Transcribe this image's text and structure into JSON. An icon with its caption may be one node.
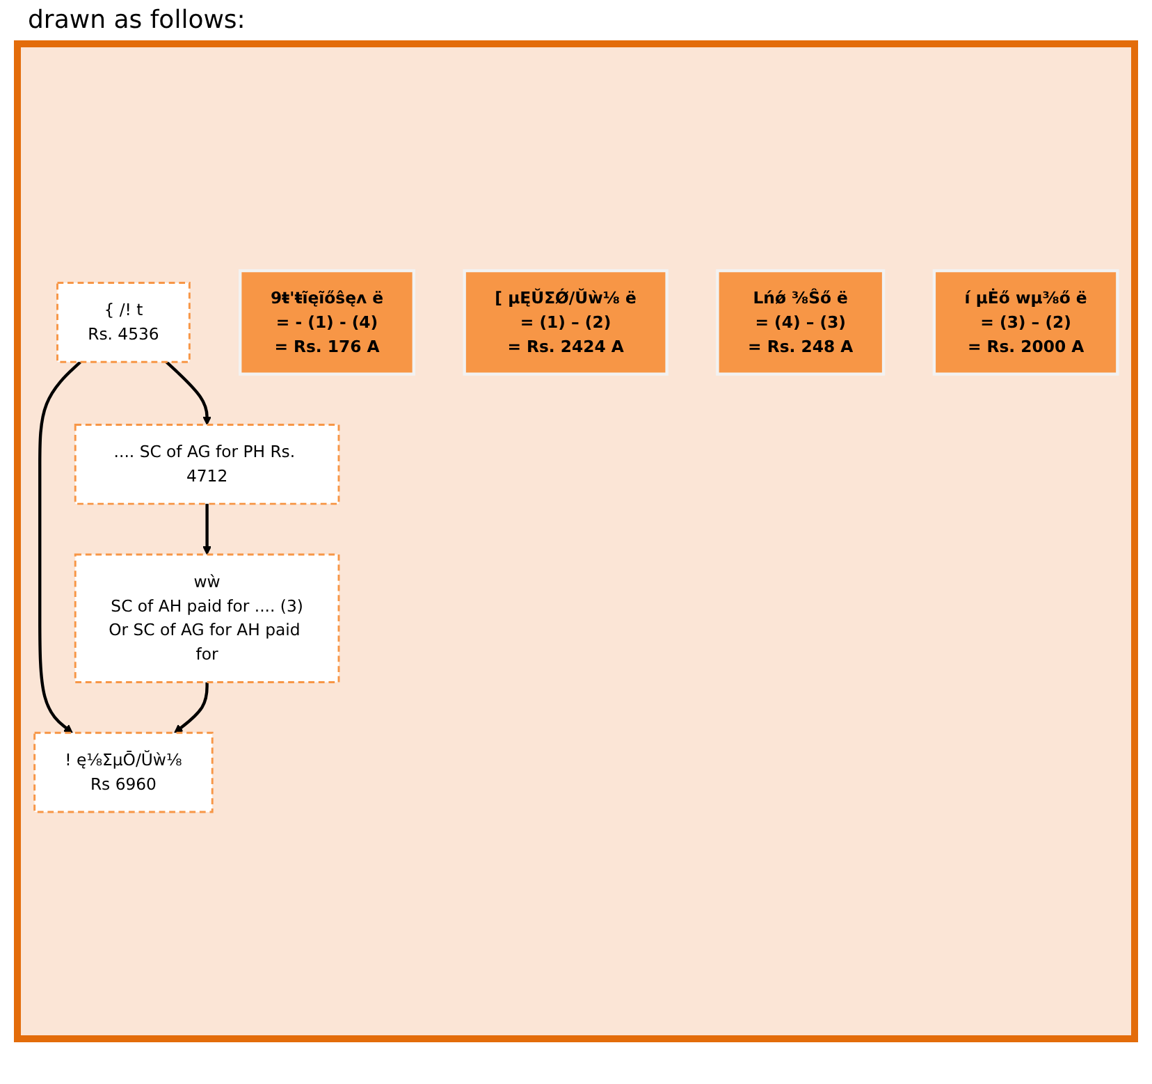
{
  "diagram": {
    "nodes": [
      {
        "text": [
          "{ /! t",
          "Rs. 4536"
        ]
      },
      {
        "text": [
          "9ŧ'ŧĩęĩőŝęʌ ë",
          "= - (1) - (4)",
          "= Rs. 176 A"
        ]
      },
      {
        "text": [
          "[ µĘŬΣǾ/Ŭẁ⅛ ë",
          "= (1) – (2)",
          "= Rs. 2424 A"
        ]
      },
      {
        "text": [
          ".... SC of AG for PH Rs. 4712"
        ]
      },
      {
        "text": [
          "! ę⅛ΣµŌ/Ŭẁ⅛",
          "Rs 6960"
        ]
      },
      {
        "text": [
          "Lńǿ ⅜Ŝő ë",
          "= (4) – (3)",
          "= Rs. 248 A"
        ]
      },
      {
        "text": [
          "í µĖő wµ⅜ő ë",
          "= (3) – (2)",
          "= Rs. 2000 A"
        ]
      },
      {
        "text": [
          "wẁ",
          "SC of AH paid for .... (3)",
          "Or SC of AG for AH paid for"
        ]
      }
    ],
    "edges": [
      {
        "from": 0,
        "to": 3,
        "arrow": "to"
      },
      {
        "from": 0,
        "to": 4,
        "arrow": "to"
      },
      {
        "from": 3,
        "to": 7,
        "arrow": "to"
      },
      {
        "from": 7,
        "to": 4,
        "arrow": "to"
      }
    ],
    "labels": [
      "drawn as follows:"
    ]
  }
}
